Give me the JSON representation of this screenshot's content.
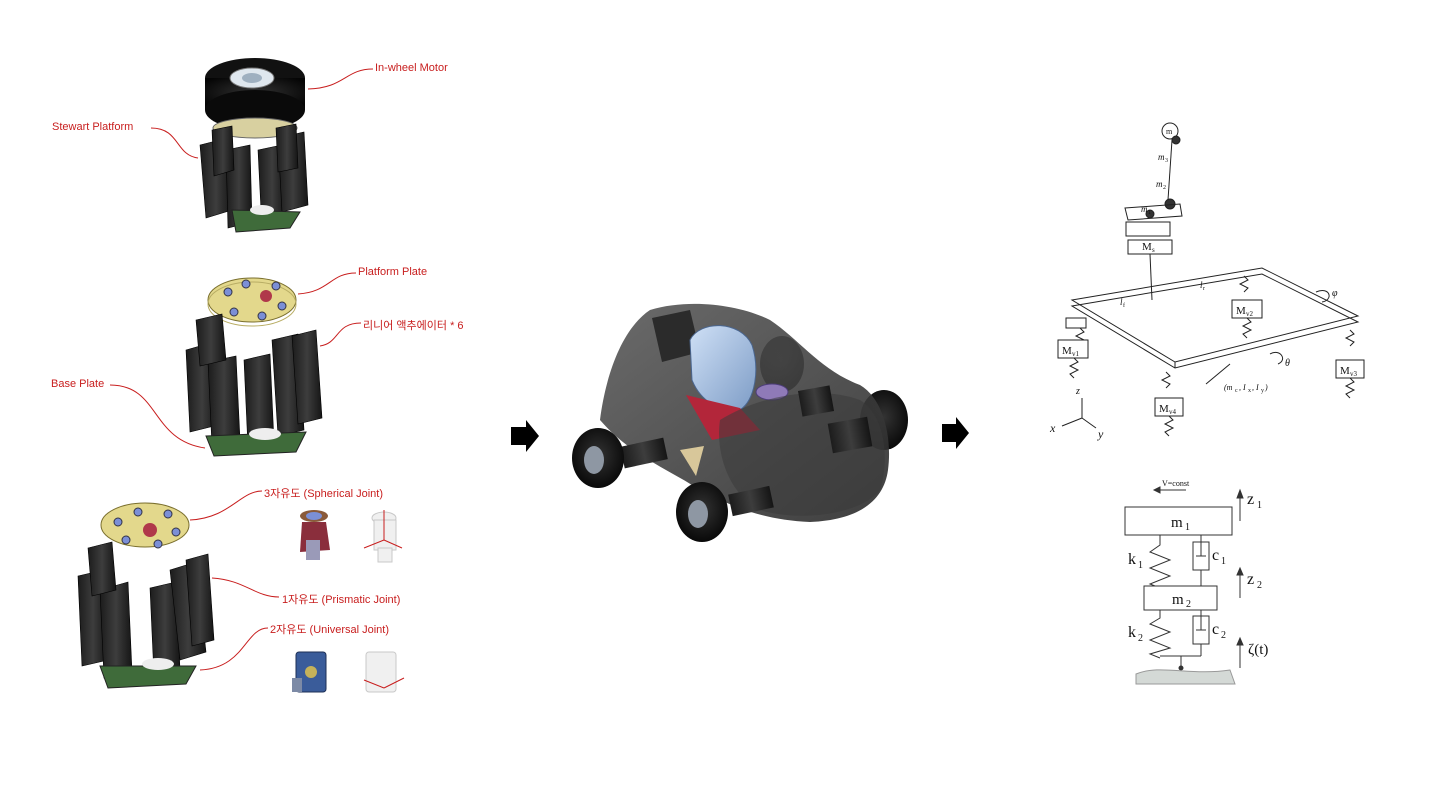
{
  "colors": {
    "accent": "#c81e1e",
    "actuator": "#2a2a2a",
    "base_plate": "#3f6b3a",
    "platform_plate": "#e3d88c",
    "seat": "#a9c4e6"
  },
  "labels": {
    "in_wheel_motor": "In-wheel Motor",
    "stewart_platform": "Stewart Platform",
    "platform_plate": "Platform Plate",
    "linear_actuator": "리니어 액추에이터 * 6",
    "base_plate": "Base Plate",
    "spherical_joint": "3자유도 (Spherical Joint)",
    "prismatic_joint": "1자유도 (Prismatic Joint)",
    "universal_joint": "2자유도 (Universal Joint)"
  },
  "axes": {
    "x": "x",
    "y": "y",
    "z": "z"
  },
  "full_model": {
    "masses": [
      "m",
      "m3",
      "m2",
      "m1",
      "Ms",
      "Mv1",
      "Mv2",
      "Mv3",
      "Mv4"
    ],
    "params": "(mc, Ix, Iy)",
    "angles": [
      "φ",
      "θ"
    ],
    "lengths": [
      "lf",
      "lr"
    ]
  },
  "quarter_car": {
    "velocity": "V=const",
    "m1": "m",
    "m1_sub": "1",
    "m2": "m",
    "m2_sub": "2",
    "k1": "k",
    "k1_sub": "1",
    "c1": "c",
    "c1_sub": "1",
    "k2": "k",
    "k2_sub": "2",
    "c2": "c",
    "c2_sub": "2",
    "z1": "z",
    "z1_sub": "1",
    "z2": "z",
    "z2_sub": "2",
    "zeta": "ζ(t)"
  },
  "icons": [
    "right-arrow-icon",
    "right-arrow-icon"
  ]
}
